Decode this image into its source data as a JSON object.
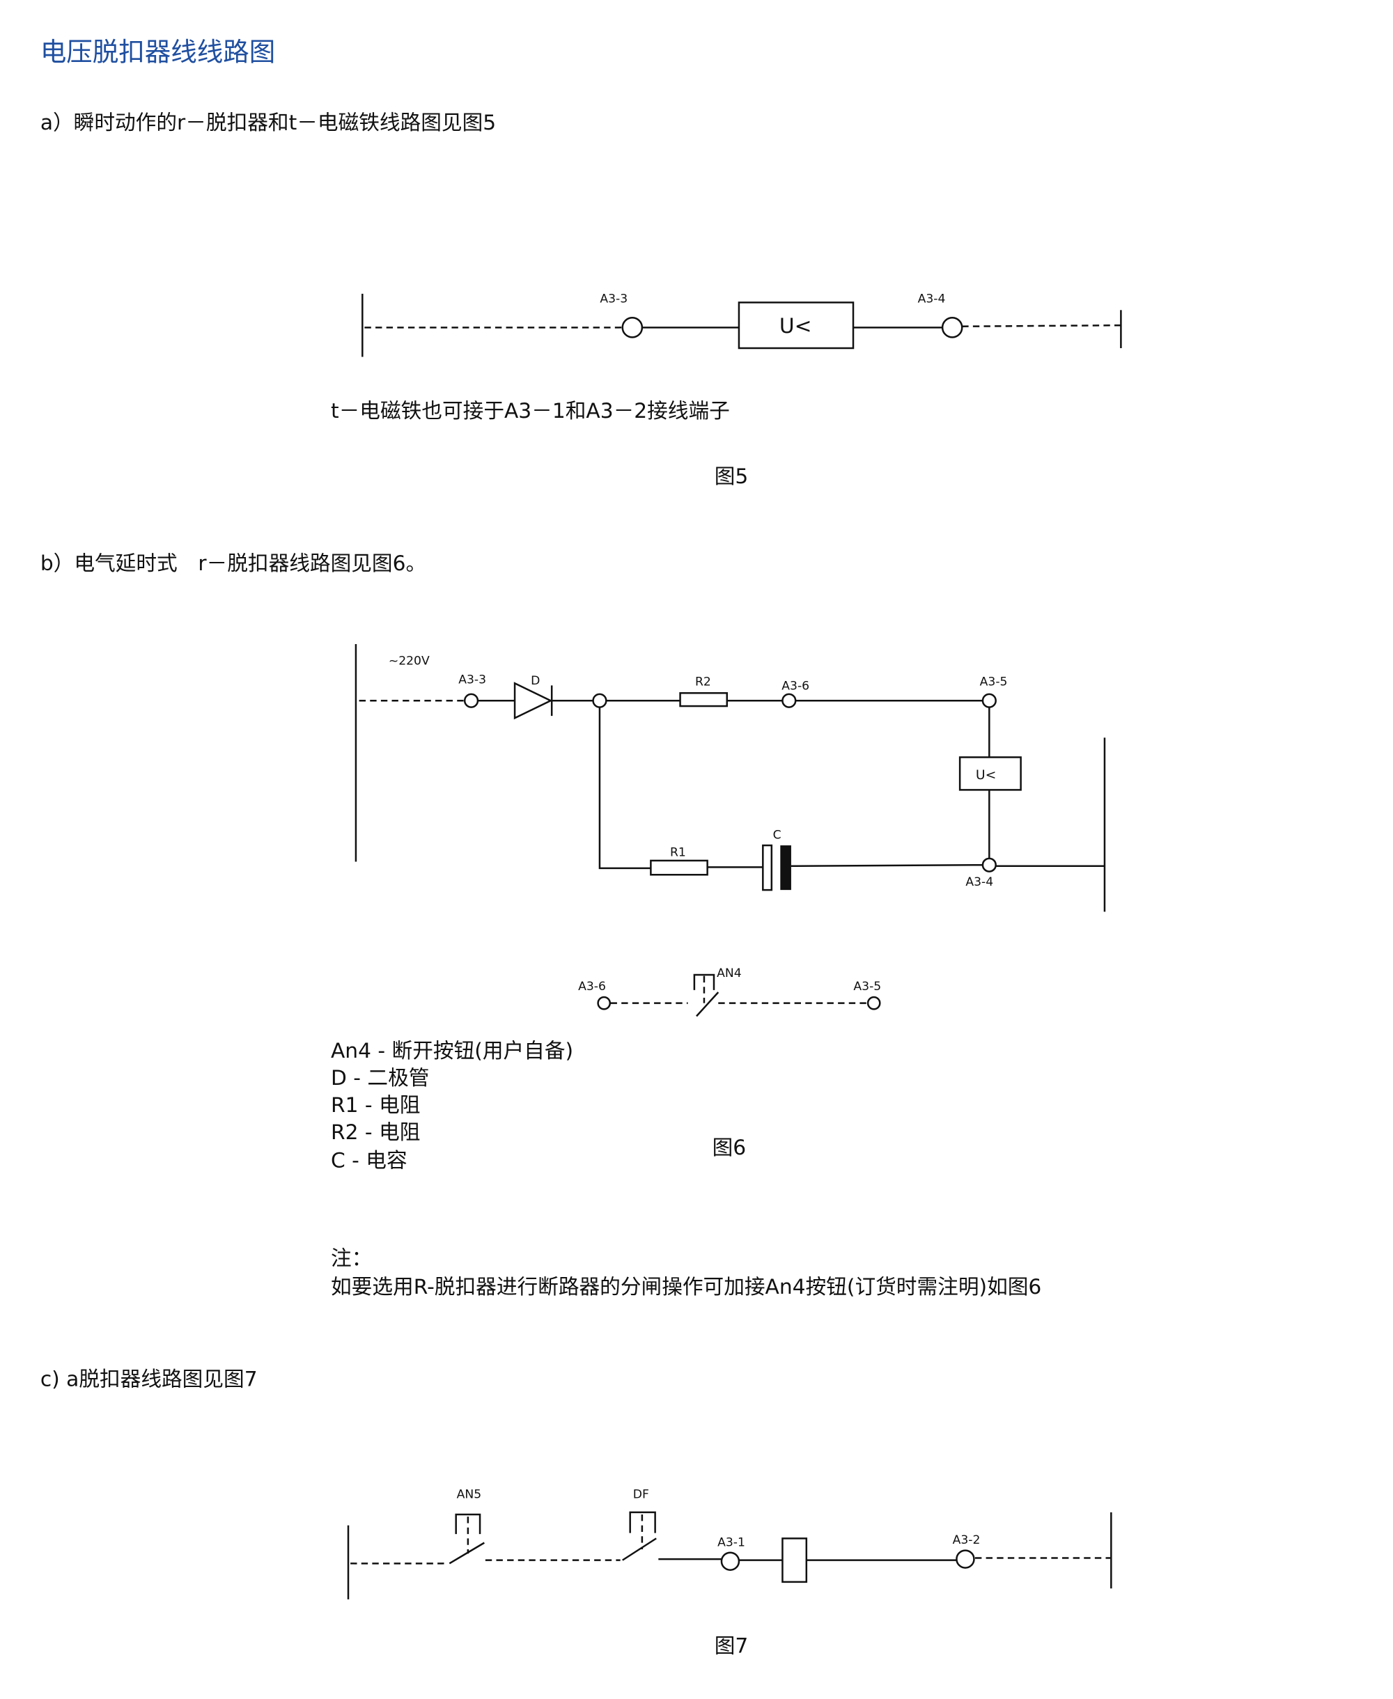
{
  "title": "电压脱扣器线线路图",
  "section_a": {
    "heading": "a）瞬时动作的r－脱扣器和t－电磁铁线路图见图5",
    "fig": {
      "terminal_left": "A3-3",
      "terminal_right": "A3-4",
      "coil_label": "U<",
      "note": "t－电磁铁也可接于A3－1和A3－2接线端子",
      "caption": "图5"
    }
  },
  "section_b": {
    "heading": "b）电气延时式　r－脱扣器线路图见图6。",
    "fig": {
      "supply": "~220V",
      "a3_3": "A3-3",
      "diode": "D",
      "r2": "R2",
      "a3_6": "A3-6",
      "a3_5": "A3-5",
      "coil_label": "U<",
      "r1": "R1",
      "cap": "C",
      "a3_4": "A3-4",
      "sw_left": "A3-6",
      "sw_label": "AN4",
      "sw_right": "A3-5",
      "caption": "图6"
    },
    "legend": [
      "An4 - 断开按钮(用户自备)",
      "D - 二极管",
      "R1 - 电阻",
      "R2 - 电阻",
      "C - 电容"
    ],
    "note_title": "注：",
    "note_text": "如要选用R-脱扣器进行断路器的分闸操作可加接An4按钮(订货时需注明)如图6"
  },
  "section_c": {
    "heading": "c) a脱扣器线路图见图7",
    "fig": {
      "an5": "AN5",
      "df": "DF",
      "a3_1": "A3-1",
      "a3_2": "A3-2",
      "caption": "图7"
    }
  }
}
